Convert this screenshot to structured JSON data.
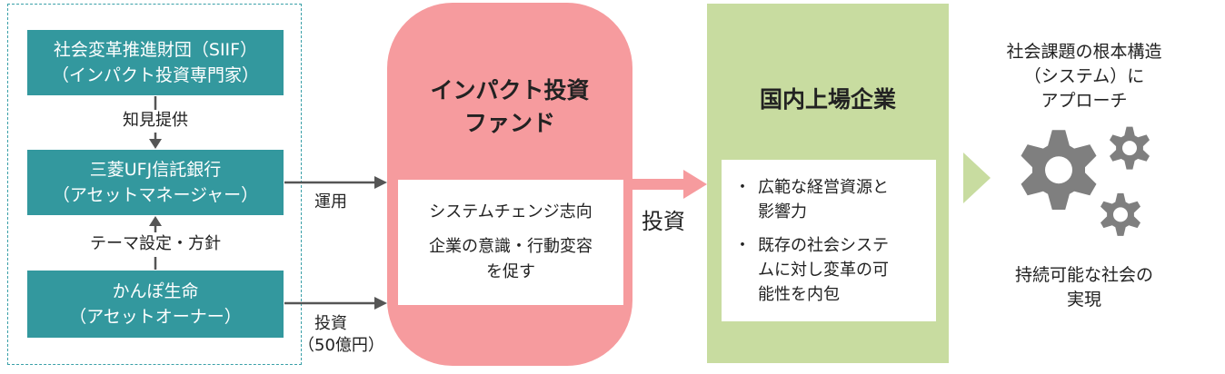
{
  "left_group": {
    "siif": {
      "line1": "社会変革推進財団（SIIF）",
      "line2": "（インパクト投資専門家）"
    },
    "bank": {
      "line1": "三菱UFJ信託銀行",
      "line2": "（アセットマネージャー）"
    },
    "kampo": {
      "line1": "かんぽ生命",
      "line2": "（アセットオーナー）"
    },
    "arrow_label_knowledge": "知見提供",
    "arrow_label_theme": "テーマ設定・方針"
  },
  "flows": {
    "operation_label": "運用",
    "invest_label": "投資",
    "invest_amount": "（50億円）",
    "invest_big_label": "投資"
  },
  "fund": {
    "title_line1": "インパクト投資",
    "title_line2": "ファンド",
    "desc1": "システムチェンジ志向",
    "desc2_line1": "企業の意識・行動変容",
    "desc2_line2": "を促す"
  },
  "company": {
    "title": "国内上場企業",
    "bullet_mark": "・",
    "bullet1_line1": "広範な経営資源と",
    "bullet1_line2": "影響力",
    "bullet2_line1": "既存の社会システ",
    "bullet2_line2": "ムに対し変革の可",
    "bullet2_line3": "能性を内包"
  },
  "outcome": {
    "approach_line1": "社会課題の根本構造",
    "approach_line2": "（システム）に",
    "approach_line3": "アプローチ",
    "result_line1": "持続可能な社会の",
    "result_line2": "実現"
  },
  "colors": {
    "teal": "#33989e",
    "pink": "#f69b9e",
    "green": "#c8dca0",
    "gear": "#7f7f7f",
    "arrow_gray": "#555555"
  }
}
